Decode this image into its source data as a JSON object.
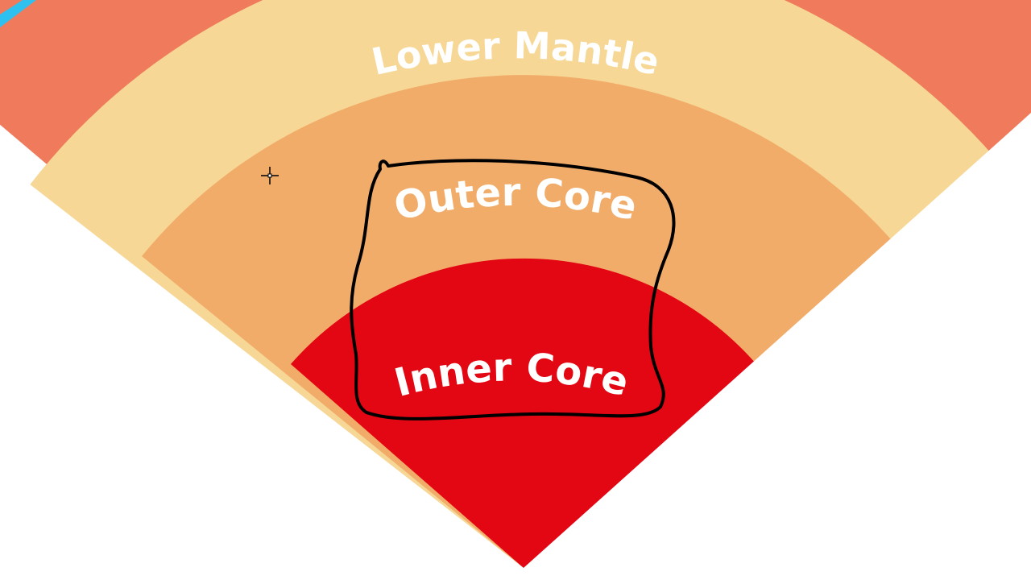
{
  "diagram": {
    "layers": [
      {
        "id": "crust",
        "color": "#9b9178"
      },
      {
        "id": "upper-mantle",
        "color": "#ef7b5c"
      },
      {
        "id": "lower-mantle",
        "color": "#f7d795",
        "label": "Lower Mantle"
      },
      {
        "id": "outer-core",
        "color": "#f2ac69",
        "label": "Outer Core"
      },
      {
        "id": "inner-core",
        "color": "#e30613",
        "label": "Inner Core"
      }
    ],
    "accent_color": "#2ec1f0",
    "annotation": {
      "type": "hand-drawn-outline",
      "color": "#000000",
      "encloses": [
        "Outer Core",
        "Inner Core"
      ]
    },
    "cursor": {
      "icon": "crosshair-cursor-icon"
    }
  }
}
